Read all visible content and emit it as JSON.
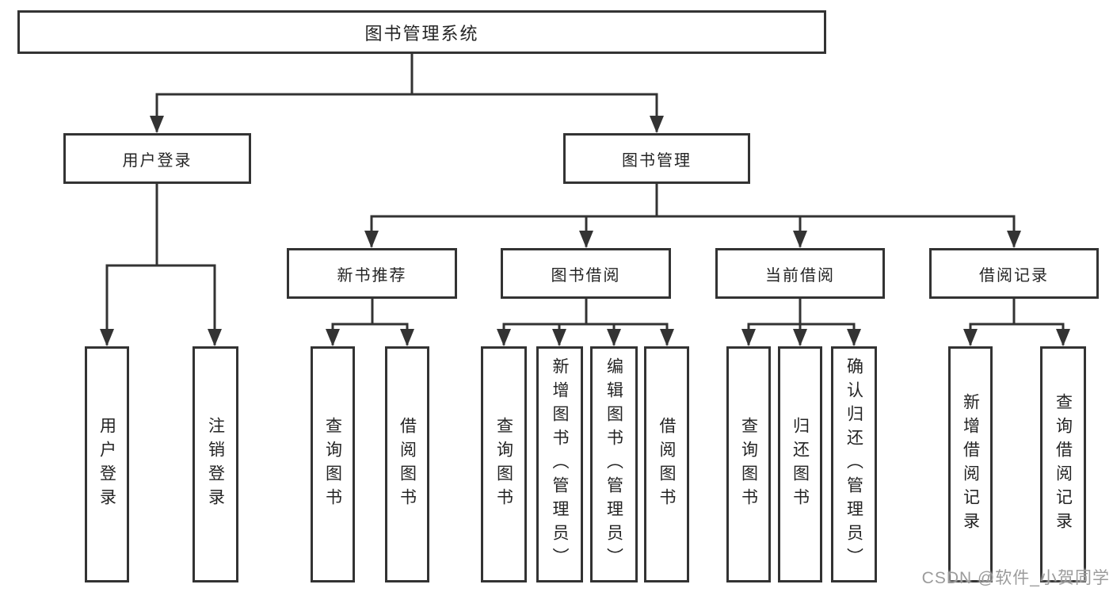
{
  "tree": {
    "label": "图书管理系统",
    "children": [
      {
        "label": "用户登录",
        "children": [
          {
            "label": "用户登录"
          },
          {
            "label": "注销登录"
          }
        ]
      },
      {
        "label": "图书管理",
        "children": [
          {
            "label": "新书推荐",
            "children": [
              {
                "label": "查询图书"
              },
              {
                "label": "借阅图书"
              }
            ]
          },
          {
            "label": "图书借阅",
            "children": [
              {
                "label": "查询图书"
              },
              {
                "label": "新增图书（管理员）"
              },
              {
                "label": "编辑图书（管理员）"
              },
              {
                "label": "借阅图书"
              }
            ]
          },
          {
            "label": "当前借阅",
            "children": [
              {
                "label": "查询图书"
              },
              {
                "label": "归还图书"
              },
              {
                "label": "确认归还（管理员）"
              }
            ]
          },
          {
            "label": "借阅记录",
            "children": [
              {
                "label": "新增借阅记录"
              },
              {
                "label": "查询借阅记录"
              }
            ]
          }
        ]
      }
    ]
  },
  "watermark": "CSDN @软件_小贺同学",
  "colors": {
    "line": "#333333",
    "box_border": "#333333",
    "box_fill": "#ffffff",
    "text": "#242424",
    "background": "#ffffff",
    "watermark": "#9b9b9b"
  }
}
